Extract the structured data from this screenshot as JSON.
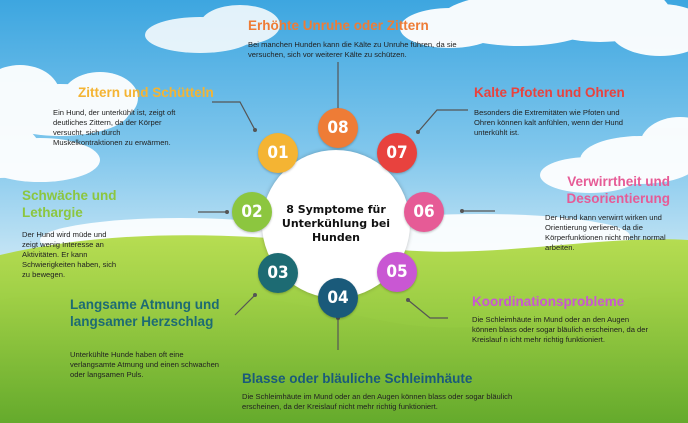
{
  "center_title": "8 Symptome für Unterkühlung bei Hunden",
  "colors": {
    "orange": "#ee7c36",
    "yellow": "#f4b433",
    "green": "#8cc63f",
    "teal": "#1d6b73",
    "navy": "#1a5a7a",
    "purple": "#c957d3",
    "pink": "#e65b96",
    "red": "#e8423e"
  },
  "symptoms": [
    {
      "number": "01",
      "title": "Zittern und Schütteln",
      "description": "Ein Hund, der unterkühlt ist, zeigt oft deutliches Zittern, da der Körper versucht, sich durch Muskelkontraktionen zu erwärmen."
    },
    {
      "number": "02",
      "title": "Schwäche und Lethargie",
      "description": "Der Hund wird müde und zeigt wenig Interesse an Aktivitäten. Er kann Schwierigkeiten haben, sich zu bewegen."
    },
    {
      "number": "03",
      "title": "Langsame Atmung und langsamer Herzschlag",
      "description": "Unterkühlte Hunde haben oft eine verlangsamte Atmung und einen schwachen oder langsamen Puls."
    },
    {
      "number": "04",
      "title": "Blasse oder bläuliche Schleimhäute",
      "description": "Die Schleimhäute im Mund oder an den Augen können blass oder sogar bläulich erscheinen, da der Kreislauf nicht mehr richtig funktioniert."
    },
    {
      "number": "05",
      "title": "Koordinationsprobleme",
      "description": "Die Schleimhäute im Mund oder an den Augen können blass oder sogar bläulich erscheinen, da der Kreislauf n icht mehr richtig funktioniert."
    },
    {
      "number": "06",
      "title": "Verwirrtheit und Desorientierung",
      "description": "Der Hund kann verwirrt wirken und Orientierung verlieren, da die Körperfunktionen nicht mehr normal arbeiten."
    },
    {
      "number": "07",
      "title": "Kalte Pfoten und Ohren",
      "description": "Besonders die Extremitäten wie Pfoten und Ohren können kalt anfühlen, wenn der Hund unterkühlt ist."
    },
    {
      "number": "08",
      "title": "Erhöhte Unruhe oder Zittern",
      "description": "Bei manchen Hunden kann die Kälte zu Unruhe führen, da sie versuchen, sich vor weiterer Kälte zu schützen."
    }
  ]
}
